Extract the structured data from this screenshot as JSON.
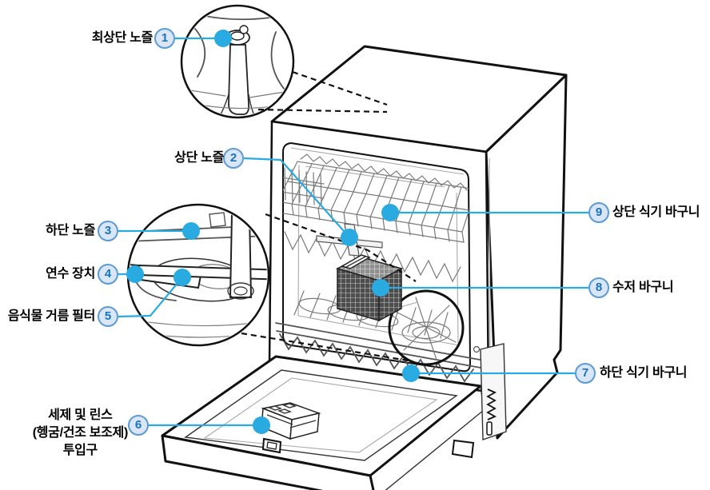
{
  "colors": {
    "accent": "#29abe2",
    "badge-fill": "#d8e6f7",
    "badge-border": "#5c9bd6",
    "badge-number": "#1a73be",
    "line-art": "#111111"
  },
  "diagram": {
    "type": "labeled-parts-diagram",
    "subject_depicted": "dishwasher with open door, two magnified circular callouts and numbered part labels"
  },
  "parts": [
    {
      "number": "1",
      "label": "최상단 노즐"
    },
    {
      "number": "2",
      "label": "상단 노즐"
    },
    {
      "number": "3",
      "label": "하단 노즐"
    },
    {
      "number": "4",
      "label": "연수 장치"
    },
    {
      "number": "5",
      "label": "음식물 거름 필터"
    },
    {
      "number": "6",
      "label": "세제 및 린스\n(헹굼/건조 보조제)\n투입구"
    },
    {
      "number": "7",
      "label": "하단 식기 바구니"
    },
    {
      "number": "8",
      "label": "수저 바구니"
    },
    {
      "number": "9",
      "label": "상단 식기 바구니"
    }
  ]
}
